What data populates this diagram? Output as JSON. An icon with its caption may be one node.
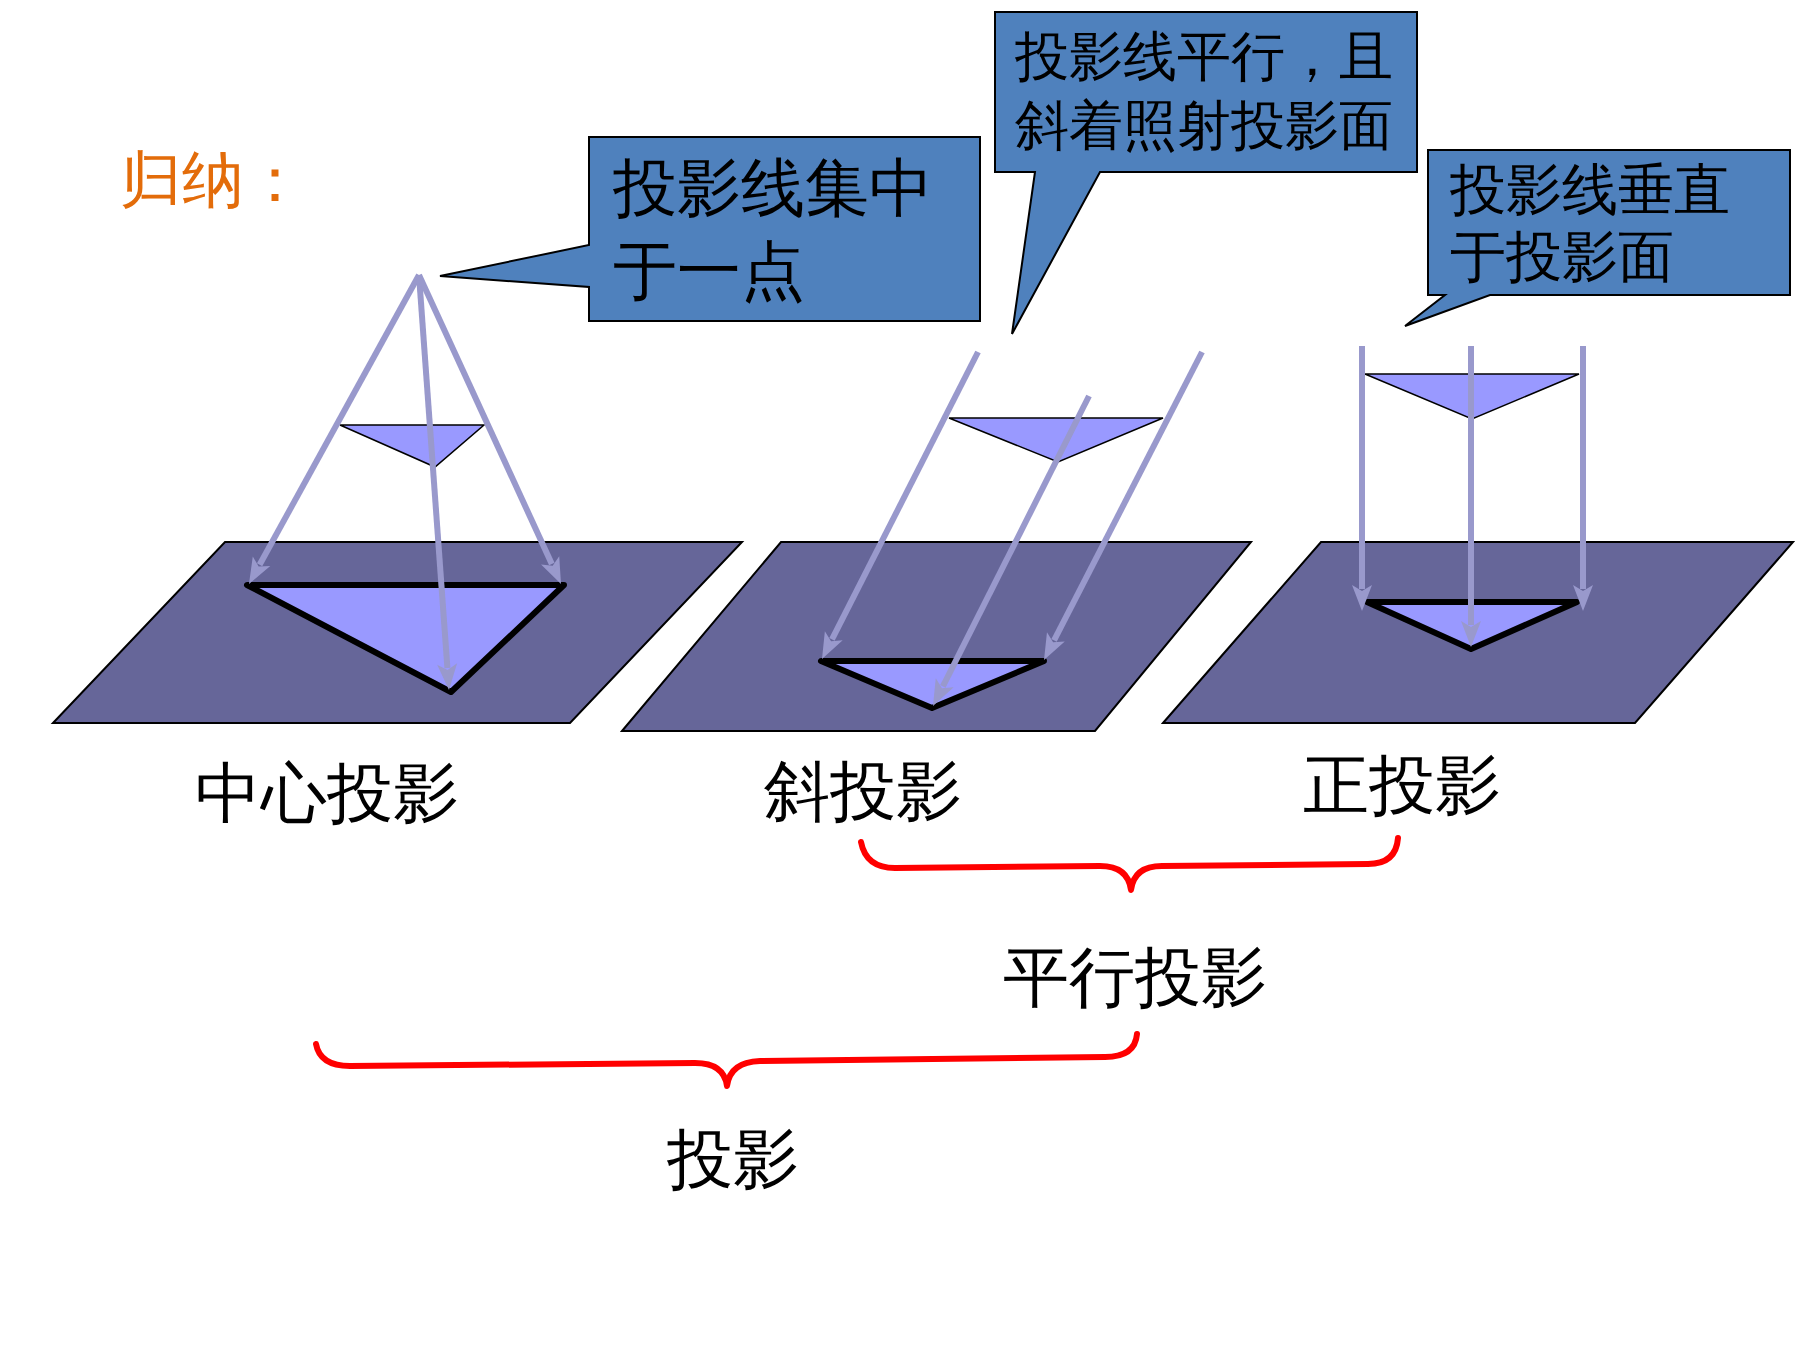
{
  "diagram": {
    "title": "归纳：",
    "nodes": [
      {
        "text": [
          "投影线集中于一点"
        ]
      },
      {
        "text": [
          "投影线平行，且斜着照射投影面"
        ]
      },
      {
        "text": [
          "投影线垂直于投影面"
        ]
      }
    ],
    "labels": [
      "中心投影",
      "斜投影",
      "正投影",
      "平行投影",
      "投影"
    ]
  }
}
